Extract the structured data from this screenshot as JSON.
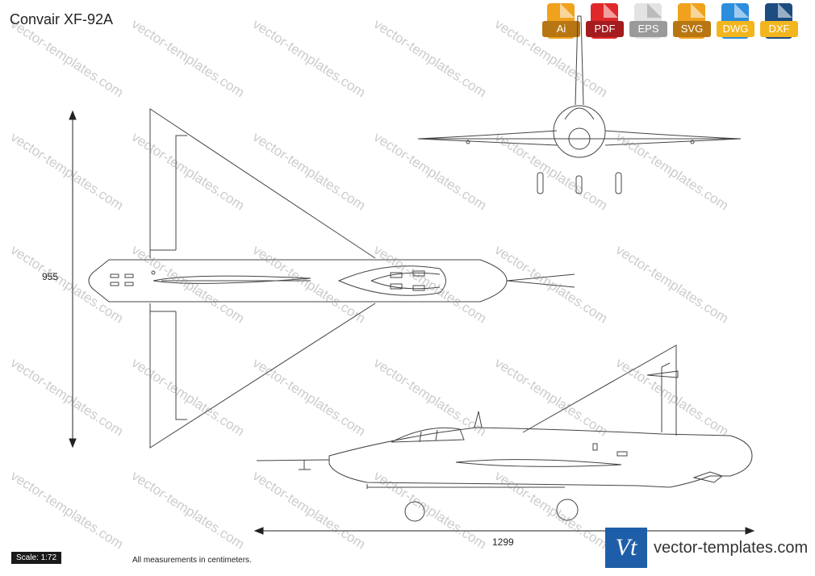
{
  "title": "Convair XF-92A",
  "formats": [
    {
      "label": "Ai",
      "color": "#f0a21c",
      "dark": "#b87612",
      "icon": "ai-file-icon"
    },
    {
      "label": "PDF",
      "color": "#e0282a",
      "dark": "#a41c1d",
      "icon": "pdf-file-icon"
    },
    {
      "label": "EPS",
      "color": "#e3e3e3",
      "dark": "#9a9a9a",
      "icon": "eps-file-icon"
    },
    {
      "label": "SVG",
      "color": "#f0a21c",
      "dark": "#b87612",
      "icon": "svg-file-icon"
    },
    {
      "label": "DWG",
      "color": "#2b8ddb",
      "dark": "#f3b51e",
      "icon": "dwg-file-icon"
    },
    {
      "label": "DXF",
      "color": "#1d4c80",
      "dark": "#f3b51e",
      "icon": "dxf-file-icon"
    }
  ],
  "dimensions": {
    "height": "955",
    "length": "1299"
  },
  "scale": "Scale: 1:72",
  "note": "All measurements in centimeters.",
  "brand": {
    "logo": "Vt",
    "site": "vector-templates.com"
  },
  "watermark": "vector-templates.com"
}
